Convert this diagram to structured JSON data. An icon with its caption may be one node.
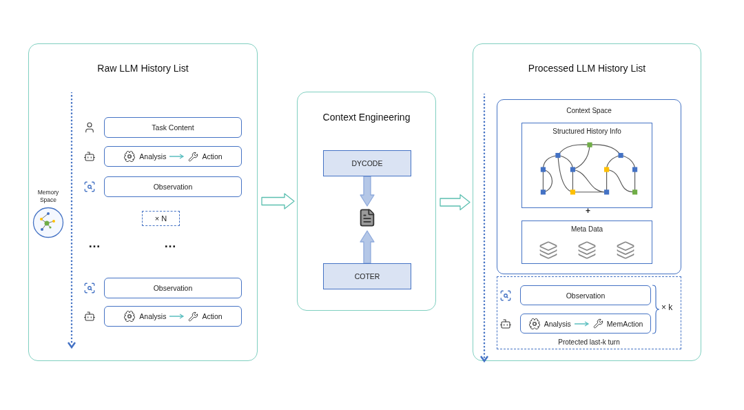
{
  "diagram": {
    "nodes": [
      {
        "text": [
          "Raw LLM History List"
        ]
      },
      {
        "text": [
          "Task Content"
        ],
        "in": 0
      },
      {
        "text": [
          "Analysis",
          "Action"
        ],
        "in": 0
      },
      {
        "text": [
          "Observation"
        ],
        "in": 0
      },
      {
        "text": [
          "× N"
        ],
        "in": 0
      },
      {
        "text": [
          "Observation"
        ],
        "in": 0
      },
      {
        "text": [
          "Analysis",
          "Action"
        ],
        "in": 0
      },
      {
        "text": [
          "Memory Space"
        ],
        "in": 0
      },
      {
        "text": [
          "Context Engineering"
        ]
      },
      {
        "text": [
          "DYCODE"
        ],
        "in": 8
      },
      {
        "text": [],
        "shape": "picture",
        "in": 8
      },
      {
        "text": [
          "COTER"
        ],
        "in": 8
      },
      {
        "text": [
          "Processed LLM History List"
        ]
      },
      {
        "text": [
          "Context Space"
        ],
        "in": 12
      },
      {
        "text": [
          "Structured History Info"
        ],
        "in": 13
      },
      {
        "text": [
          "Meta Data"
        ],
        "in": 13
      },
      {
        "text": [
          "Protected last-k turn"
        ],
        "in": 12
      },
      {
        "text": [
          "Observation"
        ],
        "in": 16
      },
      {
        "text": [
          "Analysis",
          "MemAction"
        ],
        "in": 16
      }
    ],
    "edges": [
      {
        "from": 0,
        "to": 8,
        "arrow": "to"
      },
      {
        "from": 8,
        "to": 12,
        "arrow": "to"
      },
      {
        "from": 9,
        "to": 10,
        "arrow": "to",
        "color": "#b4c7e7"
      },
      {
        "from": 11,
        "to": 10,
        "arrow": "to",
        "color": "#b4c7e7"
      }
    ],
    "labels": [
      "…",
      "…",
      "+",
      "× k"
    ]
  }
}
